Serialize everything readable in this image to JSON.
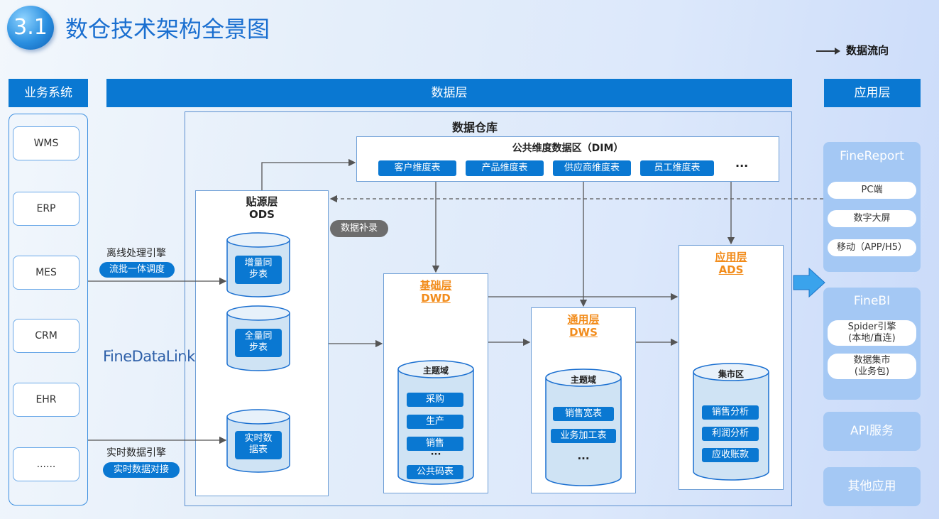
{
  "header": {
    "badge": "3.1",
    "title": "数仓技术架构全景图",
    "legend": "数据流向"
  },
  "business": {
    "title": "业务系统",
    "systems": [
      "WMS",
      "ERP",
      "MES",
      "CRM",
      "EHR",
      "......"
    ]
  },
  "middle": {
    "offline_engine": "离线处理引擎",
    "offline_pill": "流批一体调度",
    "fdl_logo": "FineDataLink",
    "realtime_engine": "实时数据引擎",
    "realtime_pill": "实时数据对接"
  },
  "data_layer": {
    "title": "数据层",
    "warehouse_title": "数据仓库",
    "dim": {
      "title": "公共维度数据区（DIM）",
      "tables": [
        "客户维度表",
        "产品维度表",
        "供应商维度表",
        "员工维度表"
      ],
      "more": "···"
    },
    "ods": {
      "title_cn": "贴源层",
      "title_en": "ODS",
      "cylinders": [
        {
          "line1": "增量同",
          "line2": "步表"
        },
        {
          "line1": "全量同",
          "line2": "步表"
        },
        {
          "line1": "实时数",
          "line2": "据表"
        }
      ]
    },
    "supplement": "数据补录",
    "dwd": {
      "title_cn": "基础层",
      "title_en": "DWD",
      "domain": "主题域",
      "items": [
        "采购",
        "生产",
        "销售"
      ],
      "more": "···",
      "last": "公共码表"
    },
    "dws": {
      "title_cn": "通用层",
      "title_en": "DWS",
      "domain": "主题域",
      "items": [
        "销售宽表",
        "业务加工表"
      ],
      "more": "···"
    },
    "ads": {
      "title_cn": "应用层",
      "title_en": "ADS",
      "domain": "集市区",
      "items": [
        "销售分析",
        "利润分析",
        "应收账款"
      ]
    }
  },
  "app_layer": {
    "title": "应用层",
    "finereport": {
      "title": "FineReport",
      "items": [
        "PC端",
        "数字大屏",
        "移动（APP/H5）"
      ]
    },
    "finebi": {
      "title": "FineBI",
      "items": [
        {
          "line1": "Spider引擎",
          "line2": "(本地/直连)"
        },
        {
          "line1": "数据集市",
          "line2": "(业务包)"
        }
      ]
    },
    "api": "API服务",
    "other": "其他应用"
  },
  "colors": {
    "primary": "#0a78d2",
    "accent_orange": "#f28c1b",
    "title_blue": "#1a6fd0"
  }
}
